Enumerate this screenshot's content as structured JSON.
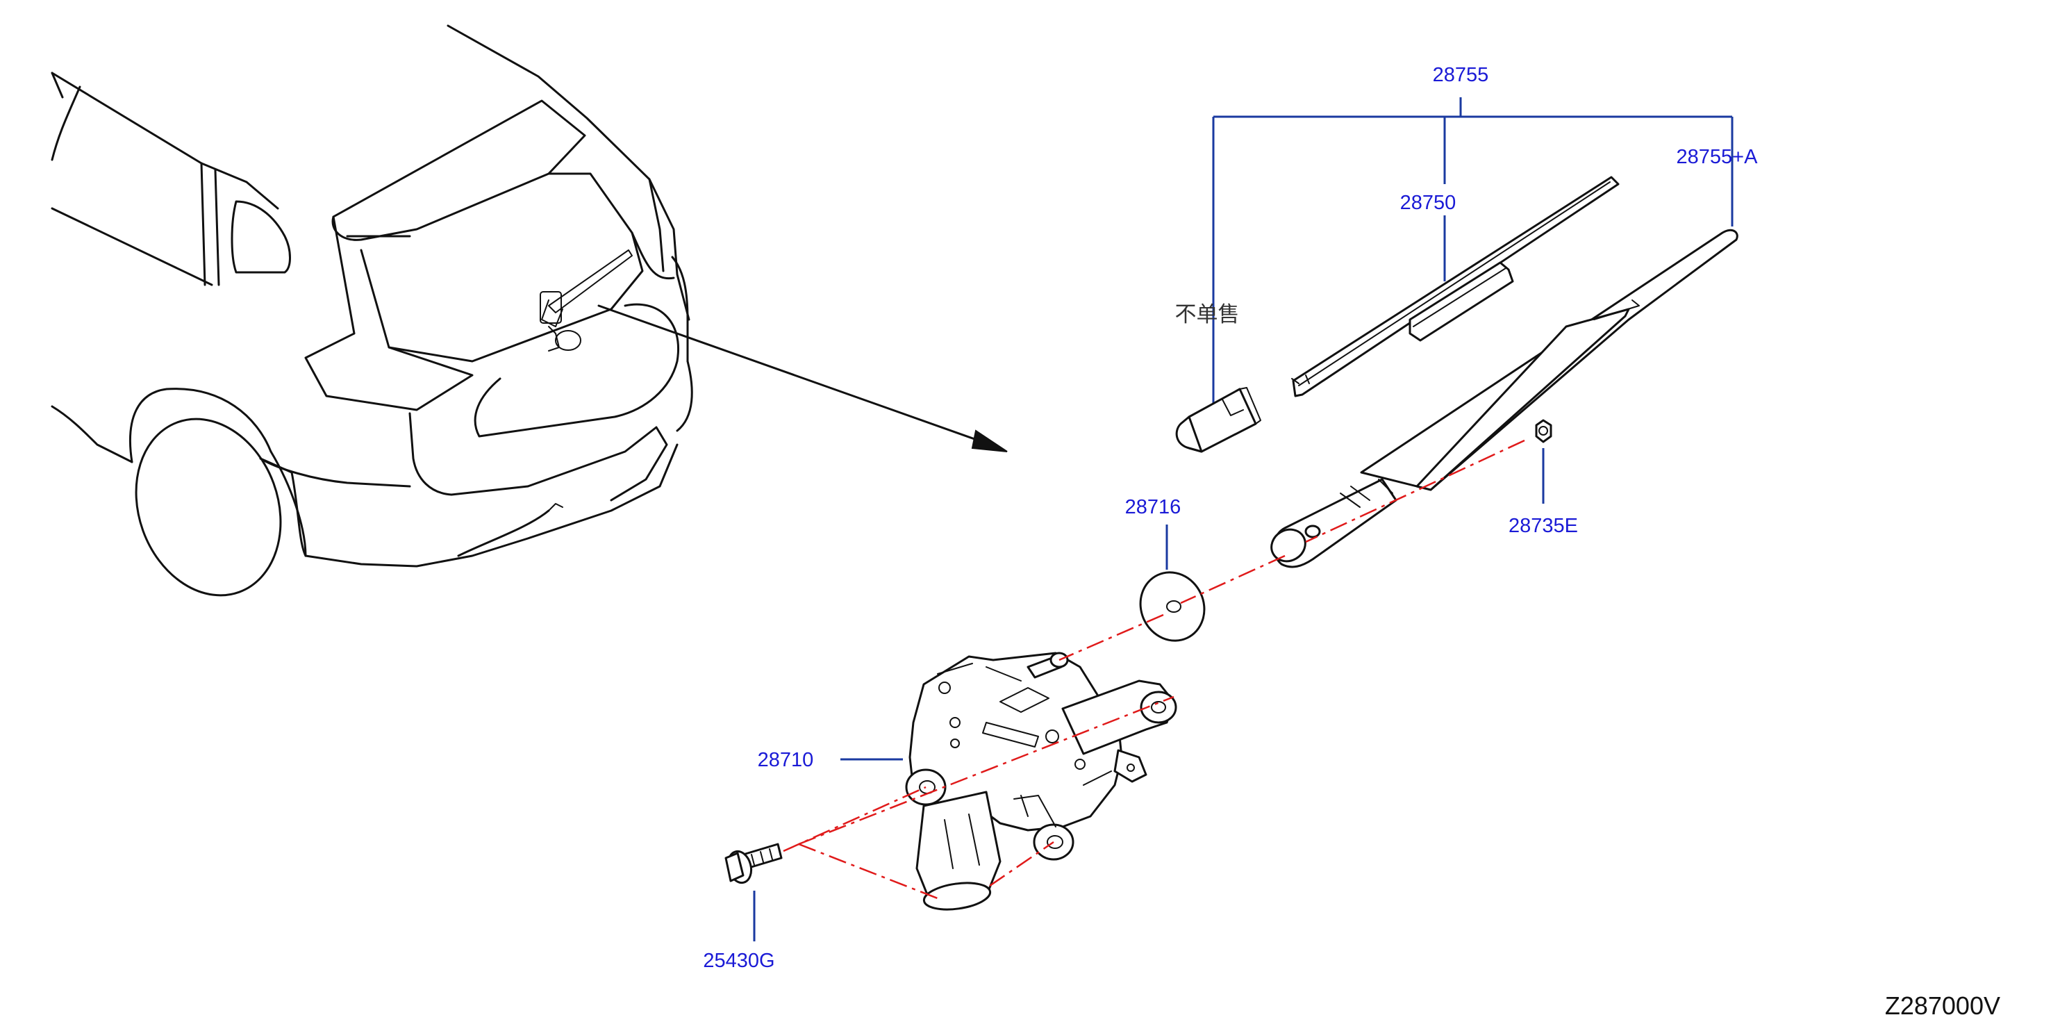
{
  "callouts": {
    "arm_blade_set": "28755",
    "blade": "28750",
    "arm": "28755+A",
    "not_sold_separately": "不单售",
    "washer": "28716",
    "nut": "28735E",
    "motor": "28710",
    "bolt": "25430G"
  },
  "diagram_id": "Z287000V",
  "colors": {
    "callout_text": "#1a1ad6",
    "leader_line": "#1a3aa0",
    "phantom_line": "#e01a1a",
    "line_art": "#111111"
  }
}
